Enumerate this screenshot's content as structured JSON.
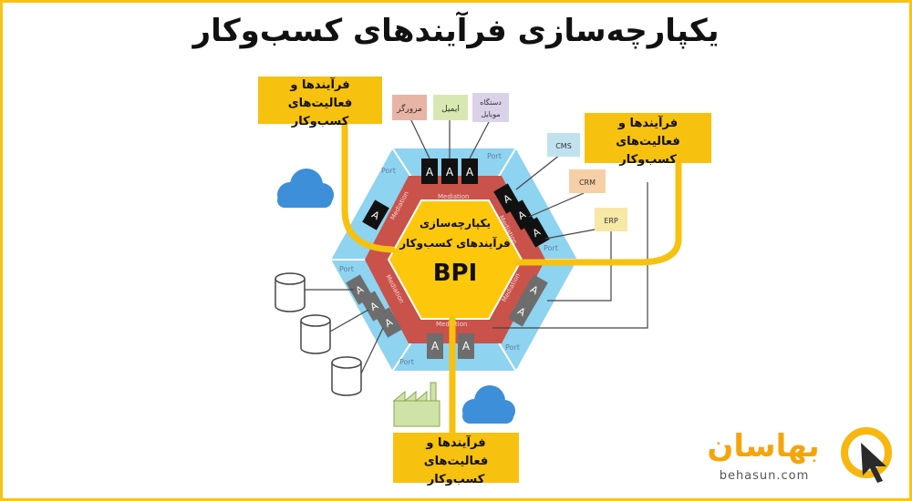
{
  "title": "یکپارچه‌سازی فرآیندهای کسب‌وکار",
  "center": {
    "heading_line1": "یکپارچه‌سازی",
    "heading_line2": "فرآیندهای کسب‌وکار",
    "acronym": "BPI"
  },
  "callouts": {
    "top_left": {
      "line1": "فرآیندها و فعالیت‌های",
      "line2": "کسب‌وکار"
    },
    "top_right": {
      "line1": "فرآیندها و فعالیت‌های",
      "line2": "کسب‌وکار"
    },
    "bottom": {
      "line1": "فرآیندها و فعالیت‌های",
      "line2": "کسب‌وکار"
    }
  },
  "channels": {
    "browser": "مرورگر",
    "email": "ایمیل",
    "mobile_line1": "دستگاه",
    "mobile_line2": "موبایل"
  },
  "systems": {
    "cms": "CMS",
    "crm": "CRM",
    "erp": "ERP"
  },
  "ring": {
    "port_label": "Port",
    "mediation_label": "Mediation",
    "adapter_label": "A"
  },
  "logo": {
    "name": "بهاسان",
    "domain": "behasun.com"
  },
  "colors": {
    "accent_yellow": "#f7c10f",
    "port_blue": "#8ed3f0",
    "mediation_red": "#c9524a",
    "center_yellow": "#fdc70c",
    "browser_box": "#e8b4a6",
    "email_box": "#d7e8b3",
    "mobile_box": "#d9d2e8",
    "cms_box": "#bfe2ee",
    "crm_box": "#f7cfa6",
    "erp_box": "#f8e8a6"
  }
}
